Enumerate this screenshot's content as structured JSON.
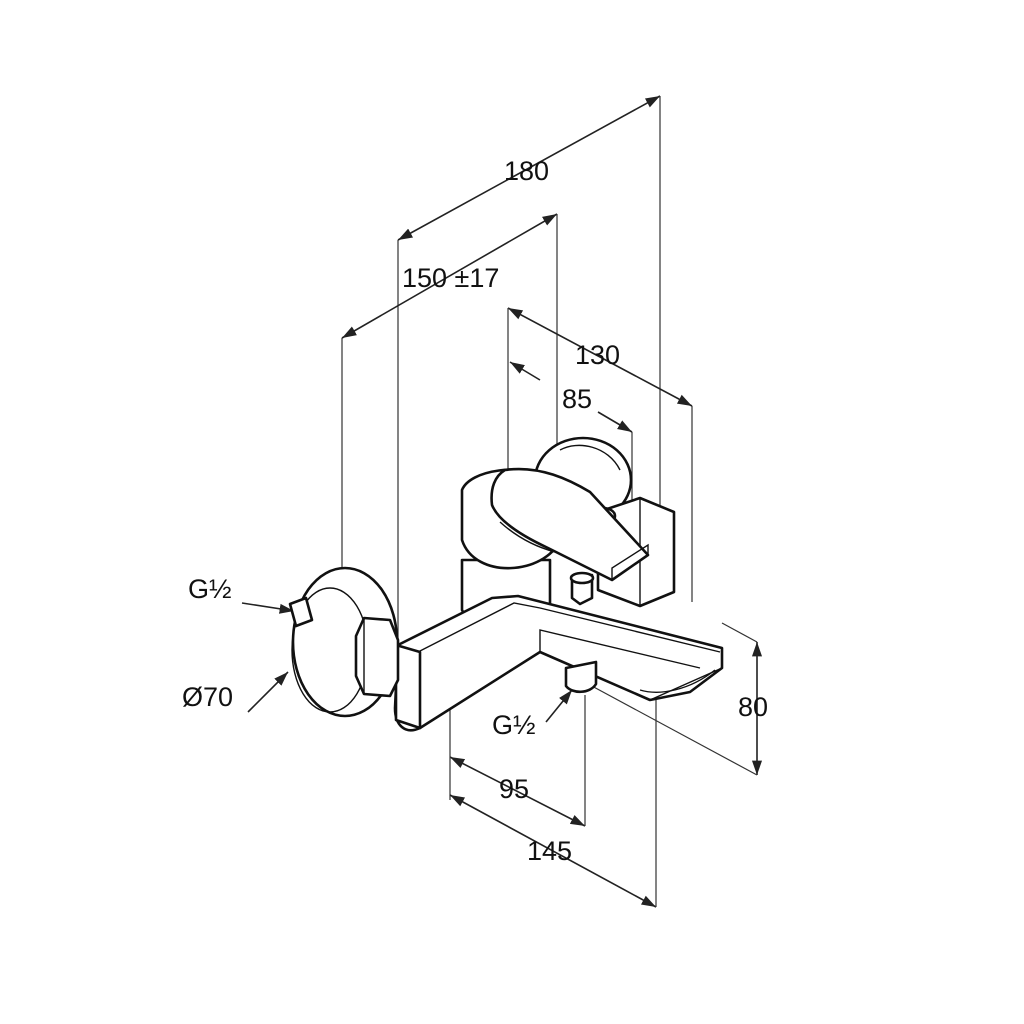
{
  "dimensions": {
    "d180": "180",
    "d150": "150 ±17",
    "d130": "130",
    "d85": "85",
    "d80": "80",
    "d95": "95",
    "d145": "145",
    "thread_inlet": "G½",
    "thread_outlet": "G½",
    "rosette_diameter": "Ø70"
  }
}
